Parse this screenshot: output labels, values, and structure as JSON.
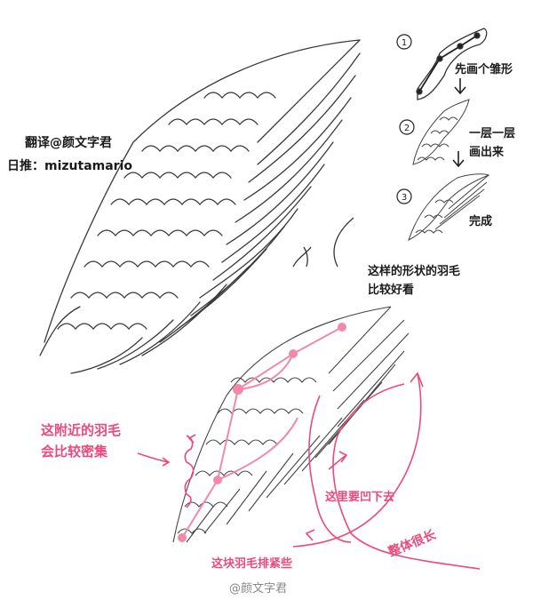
{
  "credit": {
    "translator": "翻译@颜文字君",
    "japan_handle": "日推：mizutamario"
  },
  "steps": [
    {
      "num": "1",
      "text": "先画个雏形"
    },
    {
      "num": "2",
      "text_line1": "一层一层",
      "text_line2": "画出来"
    },
    {
      "num": "3",
      "text": "完成"
    }
  ],
  "shape_note": {
    "line1": "这样的形状的羽毛",
    "line2": "比较好看"
  },
  "annotations": {
    "dense_line1": "这附近的羽毛",
    "dense_line2": "会比较密集",
    "concave": "这里要凹下去",
    "tight": "这块羽毛排紧些",
    "long": "整体很长"
  },
  "watermark": "@颜文字君",
  "colors": {
    "ink": "#1a1a1a",
    "accent": "#ec4a7c",
    "sketch": "#444444"
  }
}
